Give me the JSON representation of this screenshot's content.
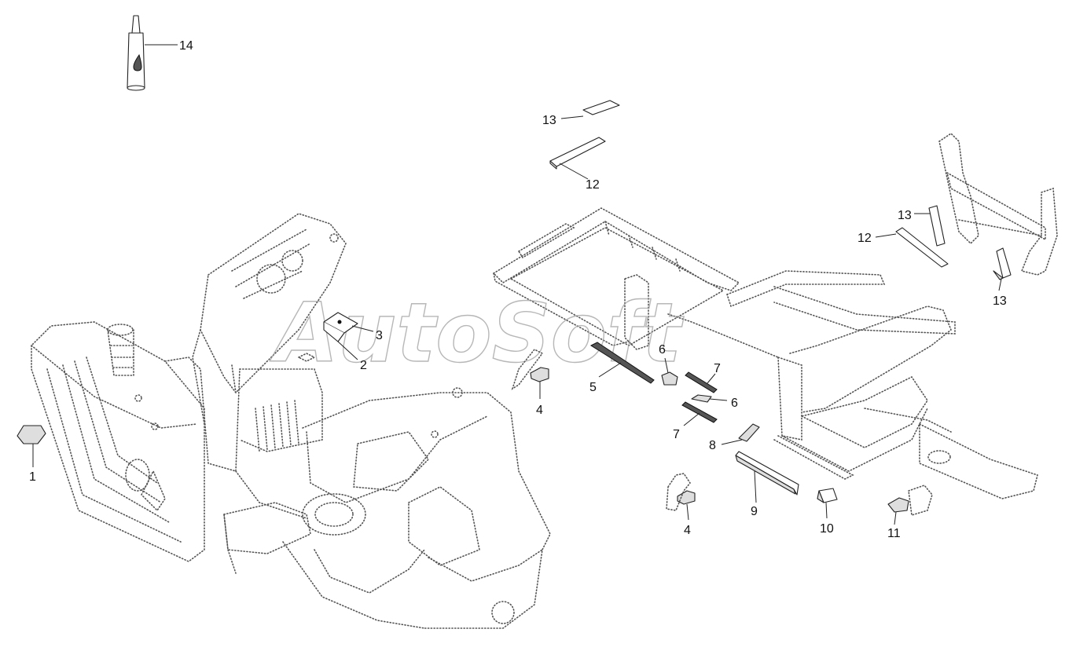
{
  "watermark": "AutoSoft",
  "callouts": {
    "c1": "1",
    "c2": "2",
    "c3": "3",
    "c4a": "4",
    "c4b": "4",
    "c5": "5",
    "c6a": "6",
    "c6b": "6",
    "c7a": "7",
    "c7b": "7",
    "c8": "8",
    "c9": "9",
    "c10": "10",
    "c11": "11",
    "c12a": "12",
    "c12b": "12",
    "c13a": "13",
    "c13b": "13",
    "c13c": "13",
    "c14": "14"
  },
  "icons": {
    "sealant_tube": "sealant-tube-icon",
    "drop": "oil-drop-icon"
  }
}
